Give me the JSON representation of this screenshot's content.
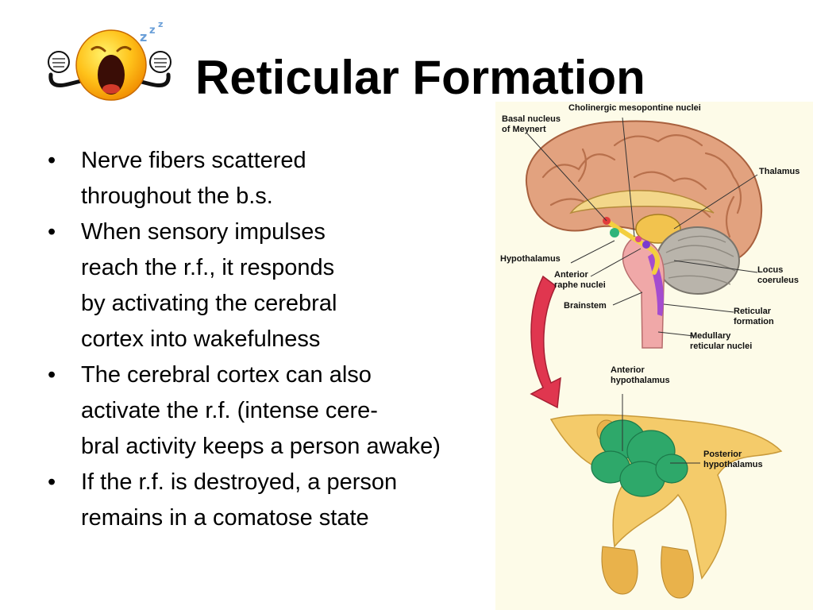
{
  "slide": {
    "title": "Reticular Formation",
    "bullets": [
      {
        "lines": [
          "Nerve fibers scattered",
          "throughout the b.s."
        ]
      },
      {
        "lines": [
          "When sensory impulses",
          "reach the r.f., it responds",
          "by activating the cerebral",
          "cortex into wakefulness"
        ]
      },
      {
        "lines": [
          "The cerebral cortex can also",
          "activate the r.f. (intense cere-",
          "bral activity keeps a person awake)"
        ]
      },
      {
        "lines": [
          "If the r.f. is destroyed, a person",
          "remains in a comatose state"
        ]
      }
    ],
    "bullet_glyph": "•"
  },
  "figure": {
    "labels": {
      "cholinergic": "Cholinergic mesopontine nuclei",
      "basal_1": "Basal nucleus",
      "basal_2": "of Meynert",
      "thalamus": "Thalamus",
      "hypothalamus": "Hypothalamus",
      "anterior_raphe_1": "Anterior",
      "anterior_raphe_2": "raphe nuclei",
      "locus_1": "Locus",
      "locus_2": "coeruleus",
      "brainstem": "Brainstem",
      "reticular_1": "Reticular",
      "reticular_2": "formation",
      "medullary_1": "Medullary",
      "medullary_2": "reticular nuclei",
      "ant_hypo_1": "Anterior",
      "ant_hypo_2": "hypothalamus",
      "post_hypo_1": "Posterior",
      "post_hypo_2": "hypothalamus"
    },
    "colors": {
      "brain": "#e2a27f",
      "cerebellum": "#b9b4ab",
      "brainstem": "#f0a8a8",
      "arrow": "#e0364f",
      "hypothalamus_green": "#2ea86a",
      "background": "#fdfbe8"
    }
  }
}
